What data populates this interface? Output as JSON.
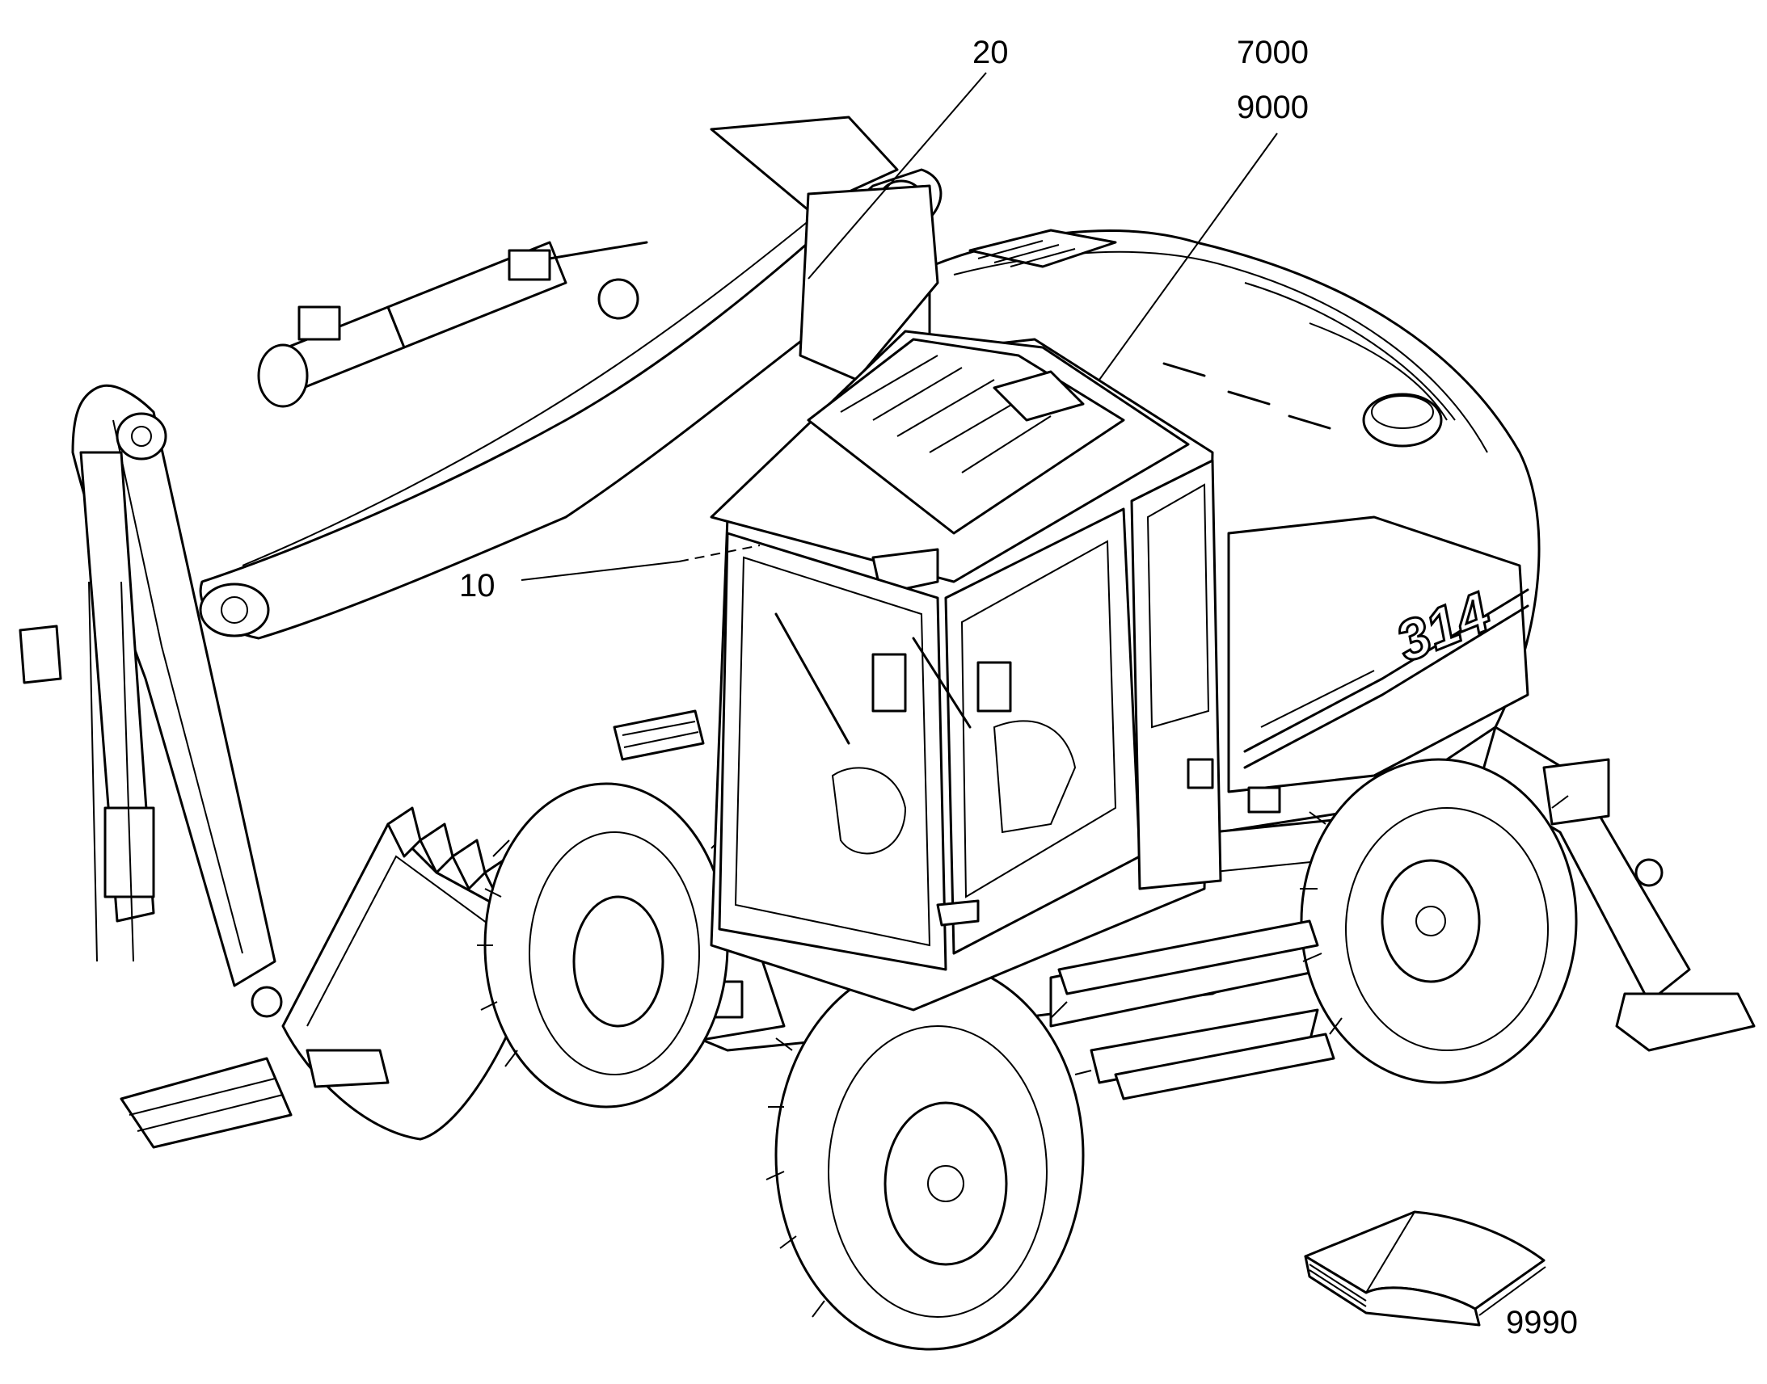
{
  "callouts": [
    {
      "id": "20",
      "label": "20"
    },
    {
      "id": "7000",
      "label": "7000"
    },
    {
      "id": "9000",
      "label": "9000"
    },
    {
      "id": "10",
      "label": "10"
    },
    {
      "id": "9990",
      "label": "9990"
    }
  ],
  "machine": {
    "model_badge": "314"
  }
}
